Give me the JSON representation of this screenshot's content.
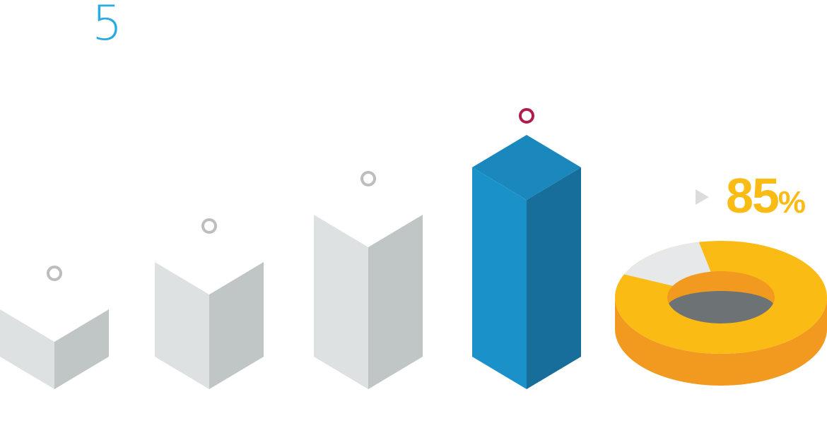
{
  "chart_data": {
    "type": "bar",
    "style": "isometric 3D columns with a 3D donut",
    "number": "5",
    "bars": [
      {
        "level": 1,
        "color": "gray",
        "marker": "circle"
      },
      {
        "level": 2,
        "color": "gray",
        "marker": "circle"
      },
      {
        "level": 3,
        "color": "gray",
        "marker": "circle"
      },
      {
        "level": 4,
        "color": "blue",
        "highlighted": true,
        "marker": "circle"
      }
    ],
    "donut": {
      "label": "85%",
      "value": 85,
      "unit": "%"
    },
    "axes": "none",
    "grid": false,
    "legend": "none"
  },
  "colors": {
    "number": "#29abe2",
    "gray_light": "#dde1e2",
    "gray_dark": "#c0c6c6",
    "blue_left": "#1a92c9",
    "blue_right": "#176e9b",
    "blue_top": "#1b88bd",
    "marker_gray": "#bdbdbd",
    "marker_highlight": "#b31b4e",
    "donut_top": "#fbbb15",
    "donut_side": "#f29a1f",
    "donut_remainder": "#e7e8e9",
    "donut_hole": "#6d7275",
    "pointer": "#dadcde"
  },
  "icons": {
    "pointer": "triangle-pointer-icon",
    "marker": "ring-marker-icon"
  }
}
